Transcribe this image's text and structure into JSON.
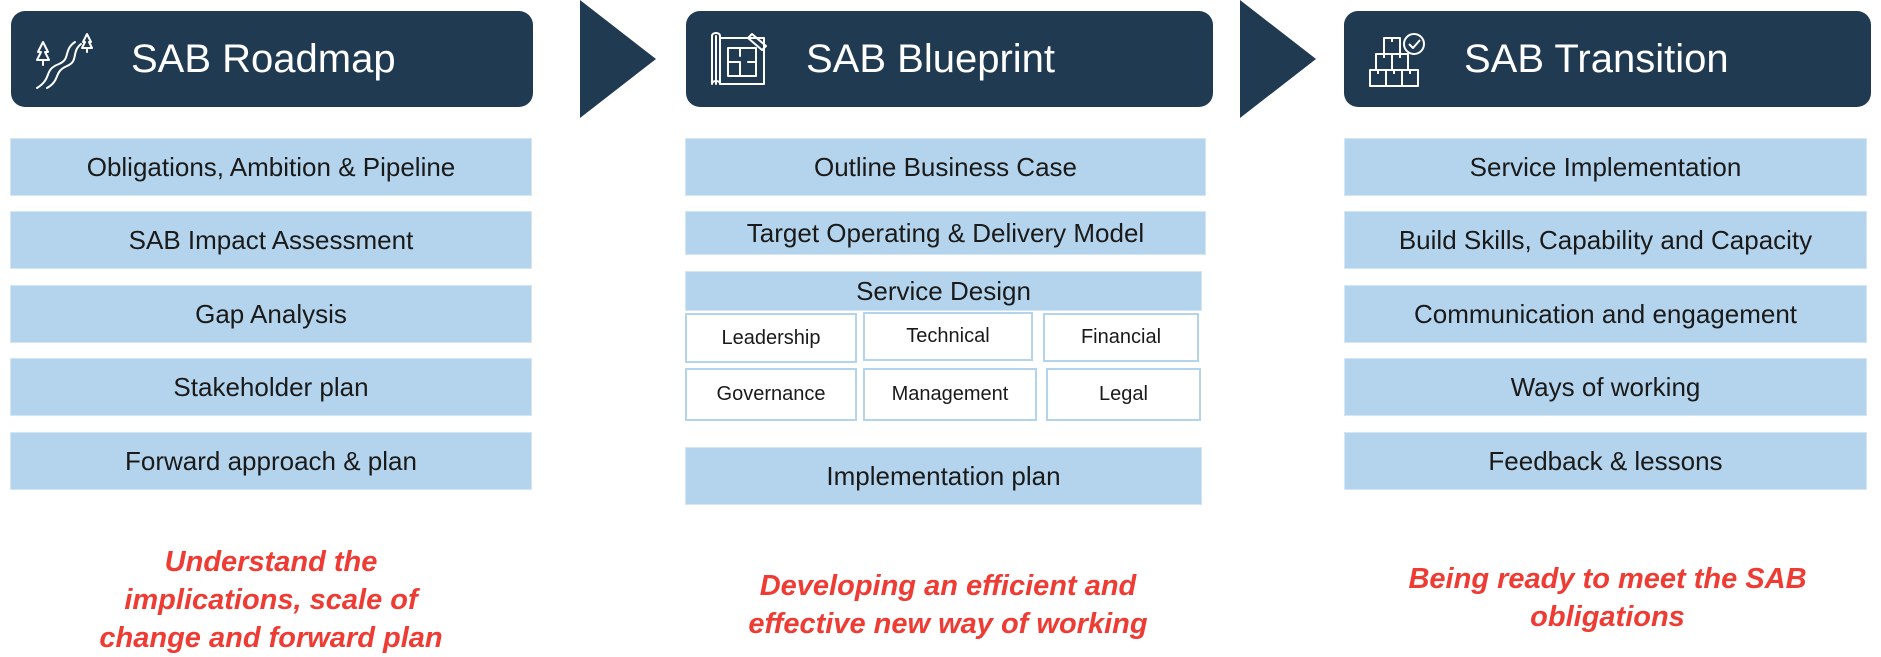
{
  "columns": [
    {
      "title": "SAB Roadmap",
      "icon": "winding-road-icon",
      "items": [
        "Obligations, Ambition & Pipeline",
        "SAB Impact Assessment",
        "Gap Analysis",
        "Stakeholder plan",
        "Forward approach & plan"
      ],
      "tagline": [
        "Understand the",
        "implications, scale of",
        "change and forward plan"
      ]
    },
    {
      "title": "SAB Blueprint",
      "icon": "blueprint-icon",
      "items": [
        "Outline Business Case",
        "Target Operating & Delivery Model"
      ],
      "service_design": {
        "label": "Service Design",
        "cells": [
          "Leadership",
          "Technical",
          "Financial",
          "Governance",
          "Management",
          "Legal"
        ]
      },
      "footer_item": "Implementation plan",
      "tagline": [
        "Developing an efficient and",
        "effective new way of working"
      ]
    },
    {
      "title": "SAB Transition",
      "icon": "boxes-checkmark-icon",
      "items": [
        "Service Implementation",
        "Build Skills, Capability and Capacity",
        "Communication and engagement",
        "Ways of working",
        "Feedback & lessons"
      ],
      "tagline": [
        "Being ready to meet the SAB",
        "obligations"
      ]
    }
  ],
  "colors": {
    "header": "#203a51",
    "item_fill": "#b3d4ec",
    "tagline": "#ee3b33"
  }
}
